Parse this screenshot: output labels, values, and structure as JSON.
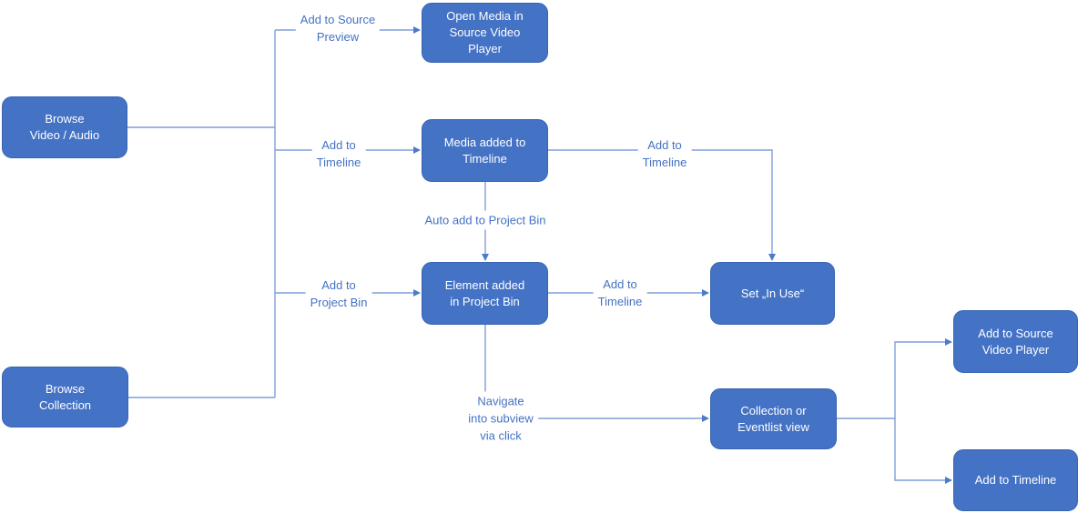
{
  "diagram": {
    "colors": {
      "node_fill": "#4472c4",
      "node_border": "#3765b3",
      "node_text": "#ffffff",
      "edge_line": "#7f9fd9",
      "edge_arrow": "#4d7ac9",
      "edge_label_text": "#4472c4",
      "background": "#ffffff"
    },
    "nodes": [
      {
        "id": "browse-video-audio",
        "label": "Browse\nVideo / Audio"
      },
      {
        "id": "browse-collection",
        "label": "Browse\nCollection"
      },
      {
        "id": "open-media-in-source-video-player",
        "label": "Open Media in\nSource Video\nPlayer"
      },
      {
        "id": "media-added-to-timeline",
        "label": "Media added to\nTimeline"
      },
      {
        "id": "element-added-in-project-bin",
        "label": "Element added\nin Project Bin"
      },
      {
        "id": "set-in-use",
        "label": "Set „In Use“"
      },
      {
        "id": "collection-or-eventlist-view",
        "label": "Collection or\nEventlist view"
      },
      {
        "id": "add-to-source-video-player",
        "label": "Add to Source\nVideo Player"
      },
      {
        "id": "add-to-timeline",
        "label": "Add to Timeline"
      }
    ],
    "edge_labels": [
      {
        "id": "add-to-source-preview",
        "text": "Add to Source\nPreview"
      },
      {
        "id": "add-to-timeline-1",
        "text": "Add to\nTimeline"
      },
      {
        "id": "auto-add-to-project-bin",
        "text": "Auto add to Project Bin"
      },
      {
        "id": "add-to-project-bin",
        "text": "Add to\nProject Bin"
      },
      {
        "id": "add-to-timeline-2",
        "text": "Add to\nTimeline"
      },
      {
        "id": "add-to-timeline-3",
        "text": "Add to\nTimeline"
      },
      {
        "id": "navigate-into-subview",
        "text": "Navigate\ninto subview\nvia click"
      }
    ]
  }
}
